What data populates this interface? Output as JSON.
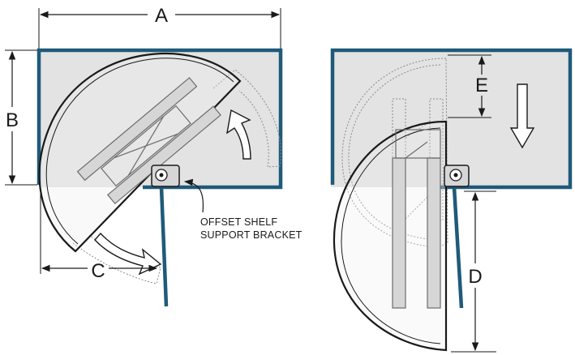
{
  "colors": {
    "cabinet_wall": "#1f5a7a",
    "cabinet_fill": "#e3e3e3",
    "line": "#1a1a1a",
    "dotted": "#8a8a8a"
  },
  "dimensions": {
    "a": "A",
    "b": "B",
    "c": "C",
    "d": "D",
    "e": "E"
  },
  "callout": {
    "line1": "OFFSET SHELF",
    "line2": "SUPPORT BRACKET"
  }
}
